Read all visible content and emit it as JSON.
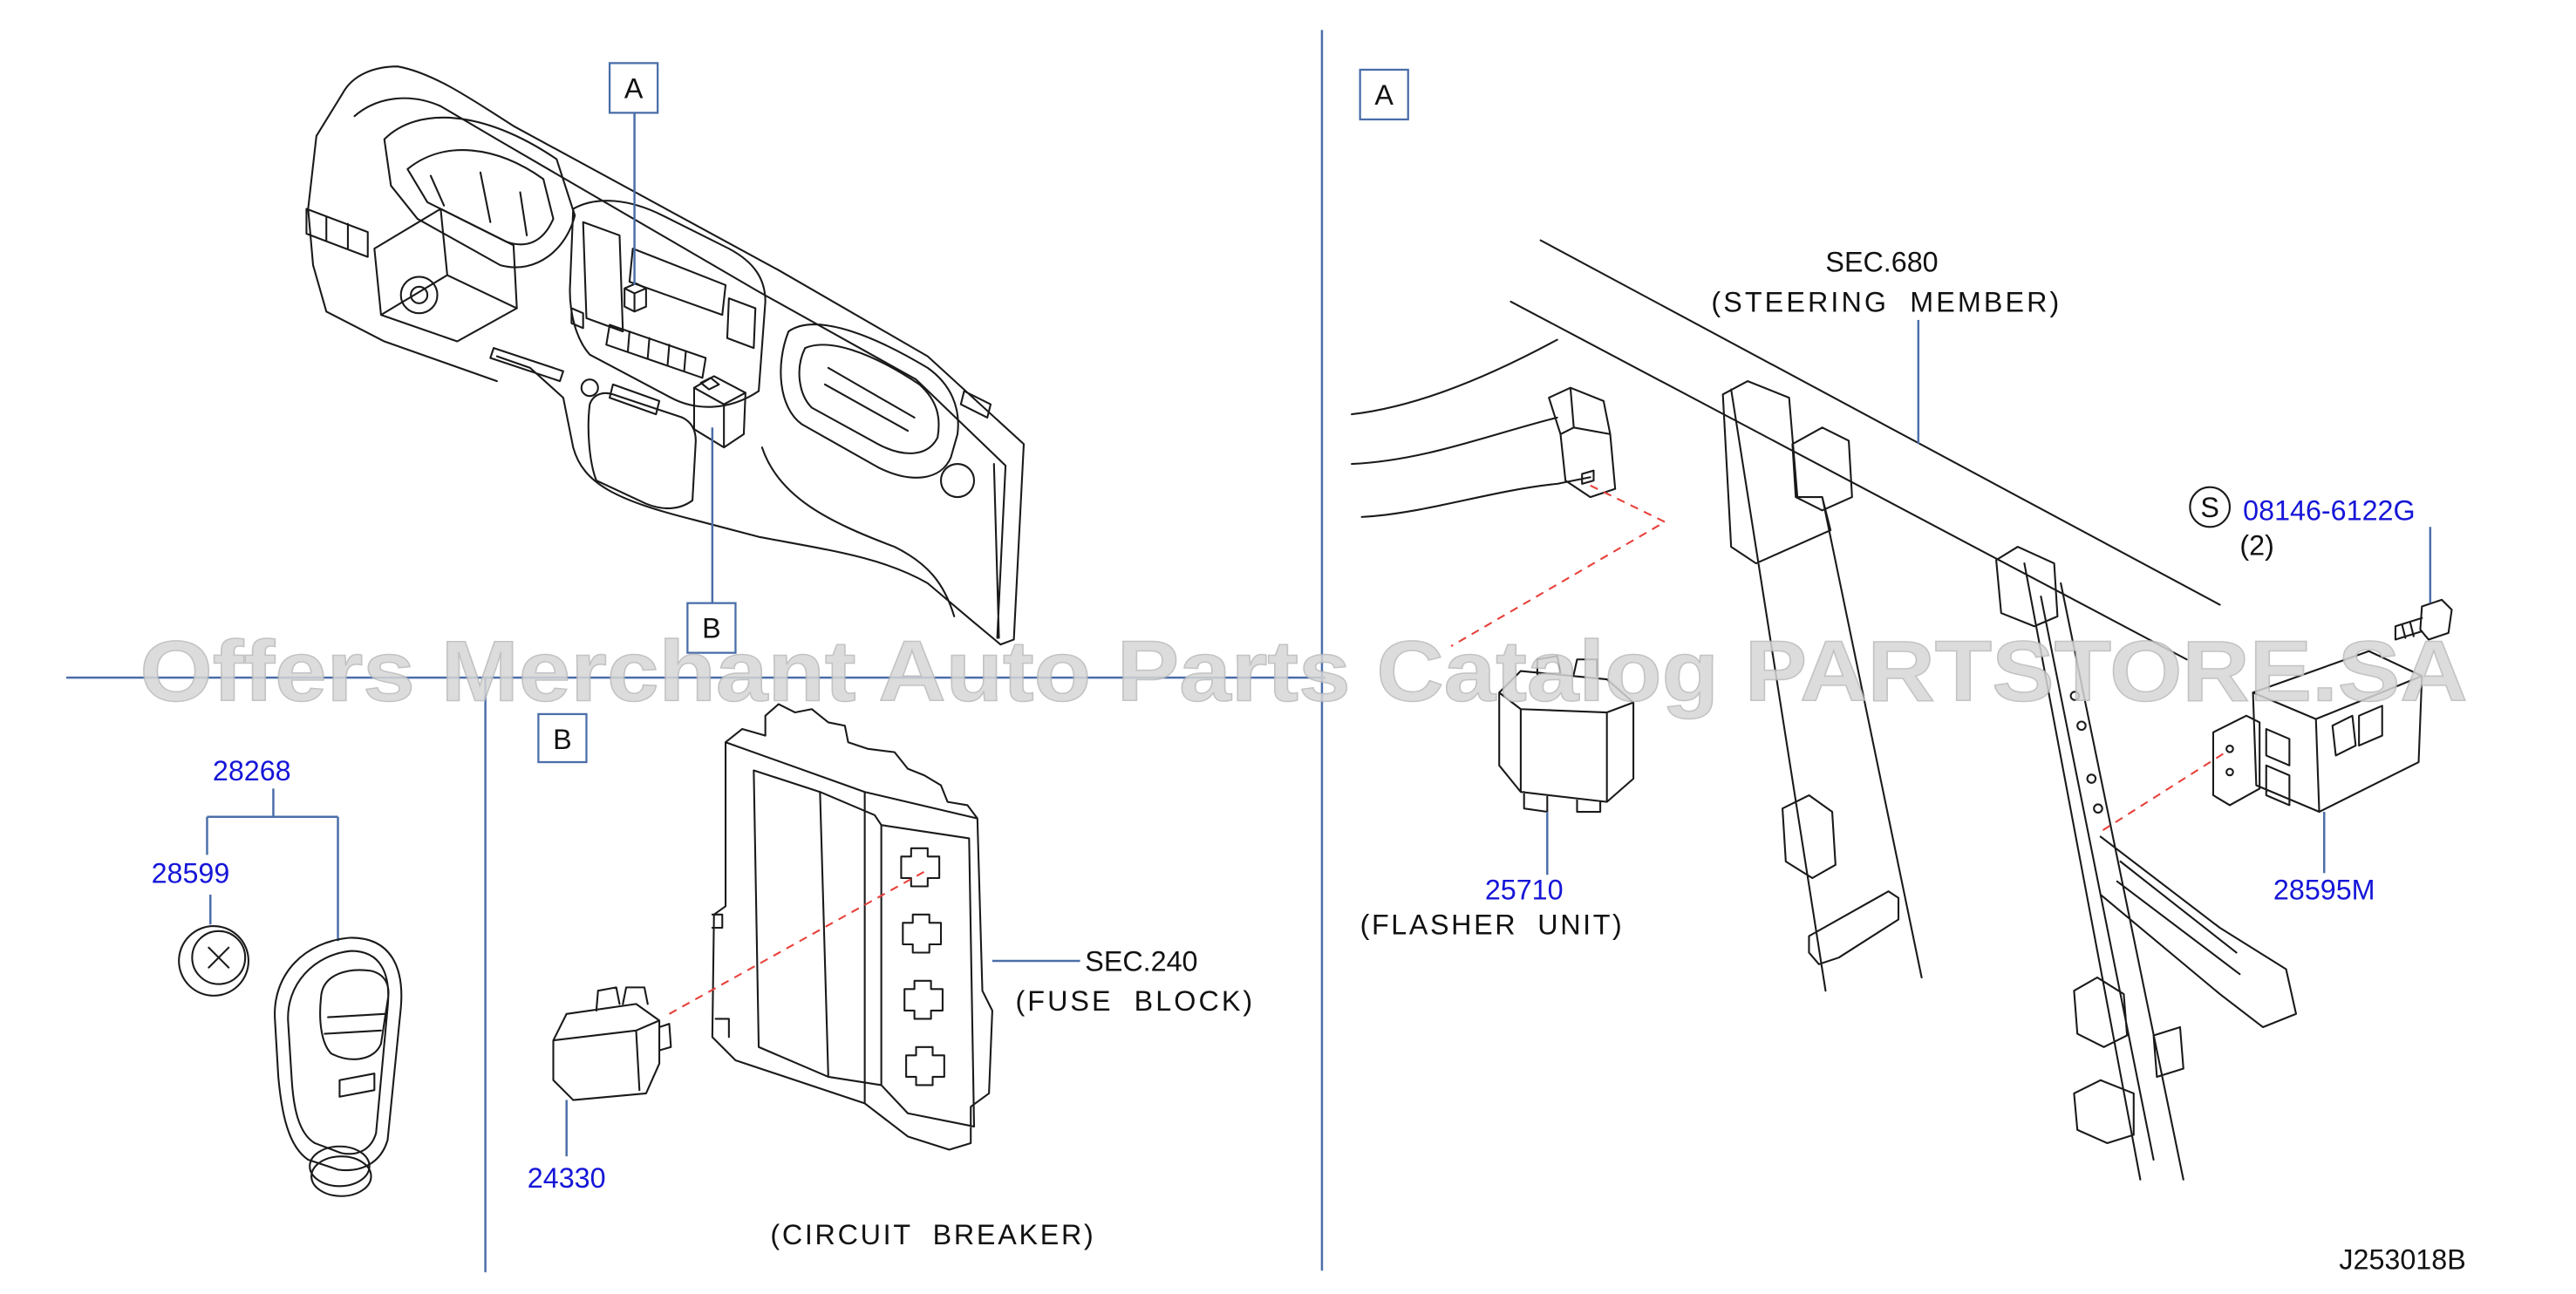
{
  "watermark": "Offers Merchant Auto Parts Catalog PARTSTORE.SA",
  "diagram_code": "J253018B",
  "view_labels": [
    "A",
    "B",
    "B",
    "A"
  ],
  "parts": [
    {
      "number": "28268"
    },
    {
      "number": "28599"
    },
    {
      "number": "24330",
      "label": "(CIRCUIT  BREAKER)"
    },
    {
      "number": "25710",
      "label": "(FLASHER  UNIT)"
    },
    {
      "number": "28595M"
    },
    {
      "symbol": "S",
      "number": "08146-6122G",
      "qty": "(2)"
    }
  ],
  "references": [
    {
      "sec": "SEC.240",
      "label": "(FUSE  BLOCK)"
    },
    {
      "sec": "SEC.680",
      "label": "(STEERING  MEMBER)"
    }
  ],
  "colors": {
    "part_number": "#1515d8",
    "divider": "#4b6ea9",
    "dashed_line": "#e8403a",
    "watermark": "#d6d6d6"
  }
}
